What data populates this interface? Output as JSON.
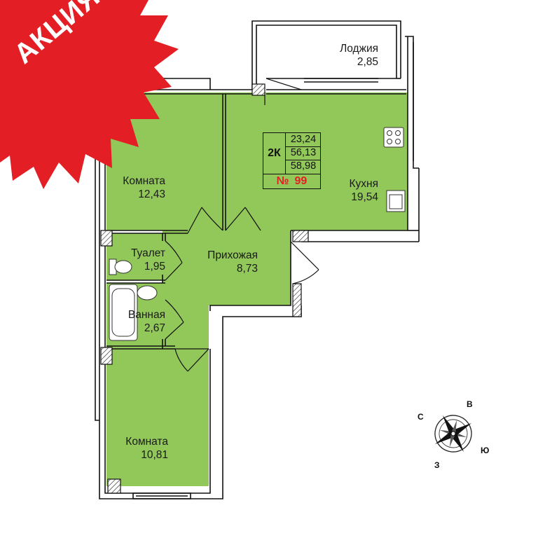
{
  "promo": {
    "label": "АКЦИЯ!",
    "color": "#e31e24"
  },
  "colors": {
    "floor": "#92c85a",
    "wall": "#111111",
    "accent": "#e31e24"
  },
  "rooms": [
    {
      "id": "loggia",
      "name": "Лоджия",
      "area": "2,85"
    },
    {
      "id": "room1",
      "name": "Комната",
      "area": "12,43"
    },
    {
      "id": "kitchen",
      "name": "Кухня",
      "area": "19,54"
    },
    {
      "id": "hall",
      "name": "Прихожая",
      "area": "8,73"
    },
    {
      "id": "toilet",
      "name": "Туалет",
      "area": "1,95"
    },
    {
      "id": "bath",
      "name": "Ванная",
      "area": "2,67"
    },
    {
      "id": "room2",
      "name": "Комната",
      "area": "10,81"
    }
  ],
  "apartment": {
    "type": "2К",
    "living_area": "23,24",
    "total_area": "56,13",
    "total_with_loggia": "58,98",
    "number_sign": "№",
    "number": "99"
  },
  "compass": {
    "north": "С",
    "east": "В",
    "south": "Ю",
    "west": "З"
  }
}
